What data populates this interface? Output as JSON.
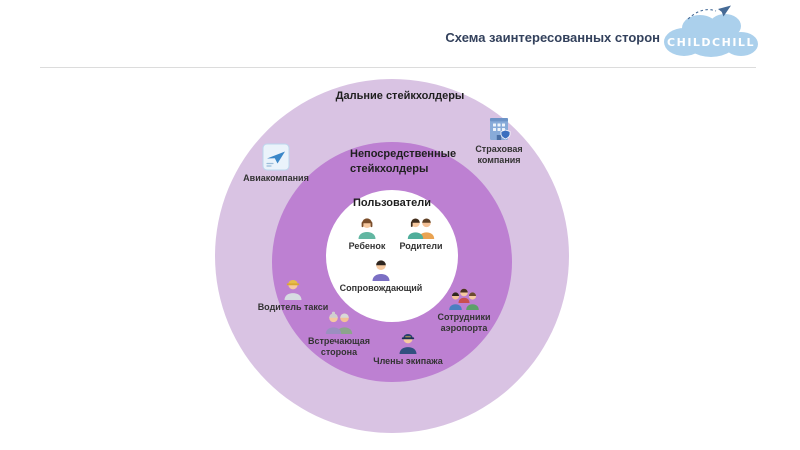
{
  "header": {
    "title": "Схема заинтересованных сторон",
    "logo_text": "CHILDCHILL"
  },
  "colors": {
    "outer_ring": "#d9c3e3",
    "middle_ring": "#bd80d2",
    "inner_ring": "#ffffff",
    "title": "#33415c"
  },
  "diagram": {
    "outer_label": "Дальние стейкхолдеры",
    "middle_label": "Непосредственные\nстейкхолдеры",
    "inner_label": "Пользователи",
    "items": {
      "child": {
        "label": "Ребенок",
        "icon": "child-icon"
      },
      "parents": {
        "label": "Родители",
        "icon": "parents-icon"
      },
      "chaperone": {
        "label": "Сопровождающий",
        "icon": "chaperone-icon"
      },
      "taxi_driver": {
        "label": "Водитель такси",
        "icon": "taxi-driver-icon"
      },
      "greeting_party": {
        "label": "Встречающая\nсторона",
        "icon": "elderly-couple-icon"
      },
      "crew": {
        "label": "Члены экипажа",
        "icon": "pilot-icon"
      },
      "airport_staff": {
        "label": "Сотрудники\nаэропорта",
        "icon": "staff-group-icon"
      },
      "airline": {
        "label": "Авиакомпания",
        "icon": "airplane-icon"
      },
      "insurance": {
        "label": "Страховая\nкомпания",
        "icon": "building-icon"
      }
    }
  }
}
